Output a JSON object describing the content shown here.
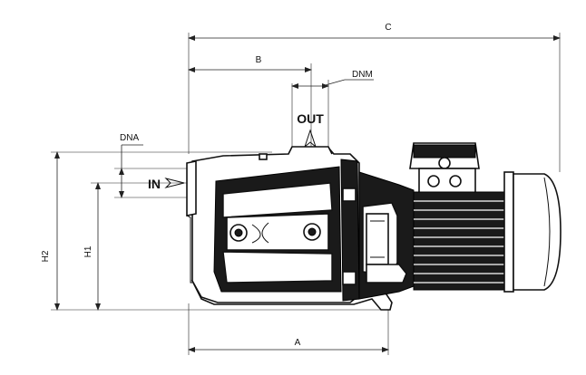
{
  "labels": {
    "c": "C",
    "b": "B",
    "dnm": "DNM",
    "out": "OUT",
    "dna": "DNA",
    "in": "IN",
    "h2": "H2",
    "h1": "H1",
    "a": "A"
  },
  "colors": {
    "line": "#222222",
    "fill_dark": "#1a1a1a",
    "background": "#ffffff"
  }
}
